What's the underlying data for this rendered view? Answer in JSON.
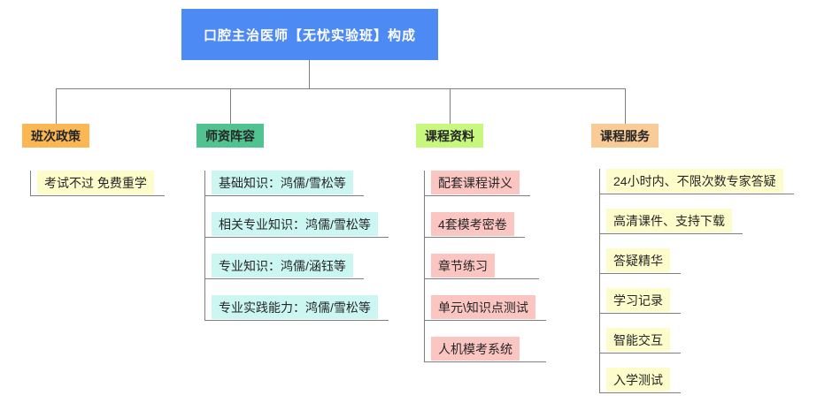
{
  "root": {
    "label": "口腔主治医师【无忧实验班】构成"
  },
  "branches": [
    {
      "label": "班次政策",
      "children": [
        "考试不过 免费重学"
      ]
    },
    {
      "label": "师资阵容",
      "children": [
        "基础知识：鸿儒/雪松等",
        "相关专业知识：鸿儒/雪松等",
        "专业知识：鸿儒/涵钰等",
        "专业实践能力：鸿儒/雪松等"
      ]
    },
    {
      "label": "课程资料",
      "children": [
        "配套课程讲义",
        "4套模考密卷",
        "章节练习",
        "单元\\知识点测试",
        "人机模考系统"
      ]
    },
    {
      "label": "课程服务",
      "children": [
        "24小时内、不限次数专家答疑",
        "高清课件、支持下载",
        "答疑精华",
        "学习记录",
        "智能交互",
        "入学测试"
      ]
    }
  ],
  "colors": {
    "root-bg": "#4e8af3",
    "root-text": "#ffffff",
    "text": "#262626",
    "line": "#7e7e7e",
    "b1-header": "#fbb754",
    "b2-header": "#50c391",
    "b3-header": "#c7f87d",
    "b4-header": "#f9cb96",
    "child-yellow": "#fdfdcb",
    "child-cyan": "#cbf6f2",
    "child-pink": "#fbc5c2"
  }
}
